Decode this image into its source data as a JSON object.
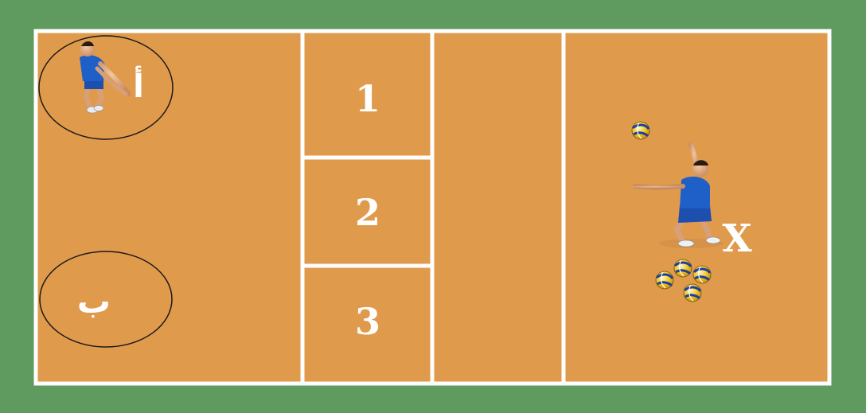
{
  "colors": {
    "outer": "#5f9a5e",
    "court": "#e09a4c",
    "lines": "#ffffff",
    "player_shirt": "#1f5fc8",
    "ball_yellow": "#f2c21a",
    "ball_blue": "#1a3fa0"
  },
  "zones": {
    "zone_1": "1",
    "zone_2": "2",
    "zone_3": "3"
  },
  "players": {
    "receiver_a_label": "أ",
    "receiver_b_label": "ب",
    "server_label": "X"
  },
  "icons": {
    "receiver": "volleyball-receiver-player-icon",
    "server": "volleyball-server-player-icon",
    "ball": "volleyball-ball-icon"
  }
}
